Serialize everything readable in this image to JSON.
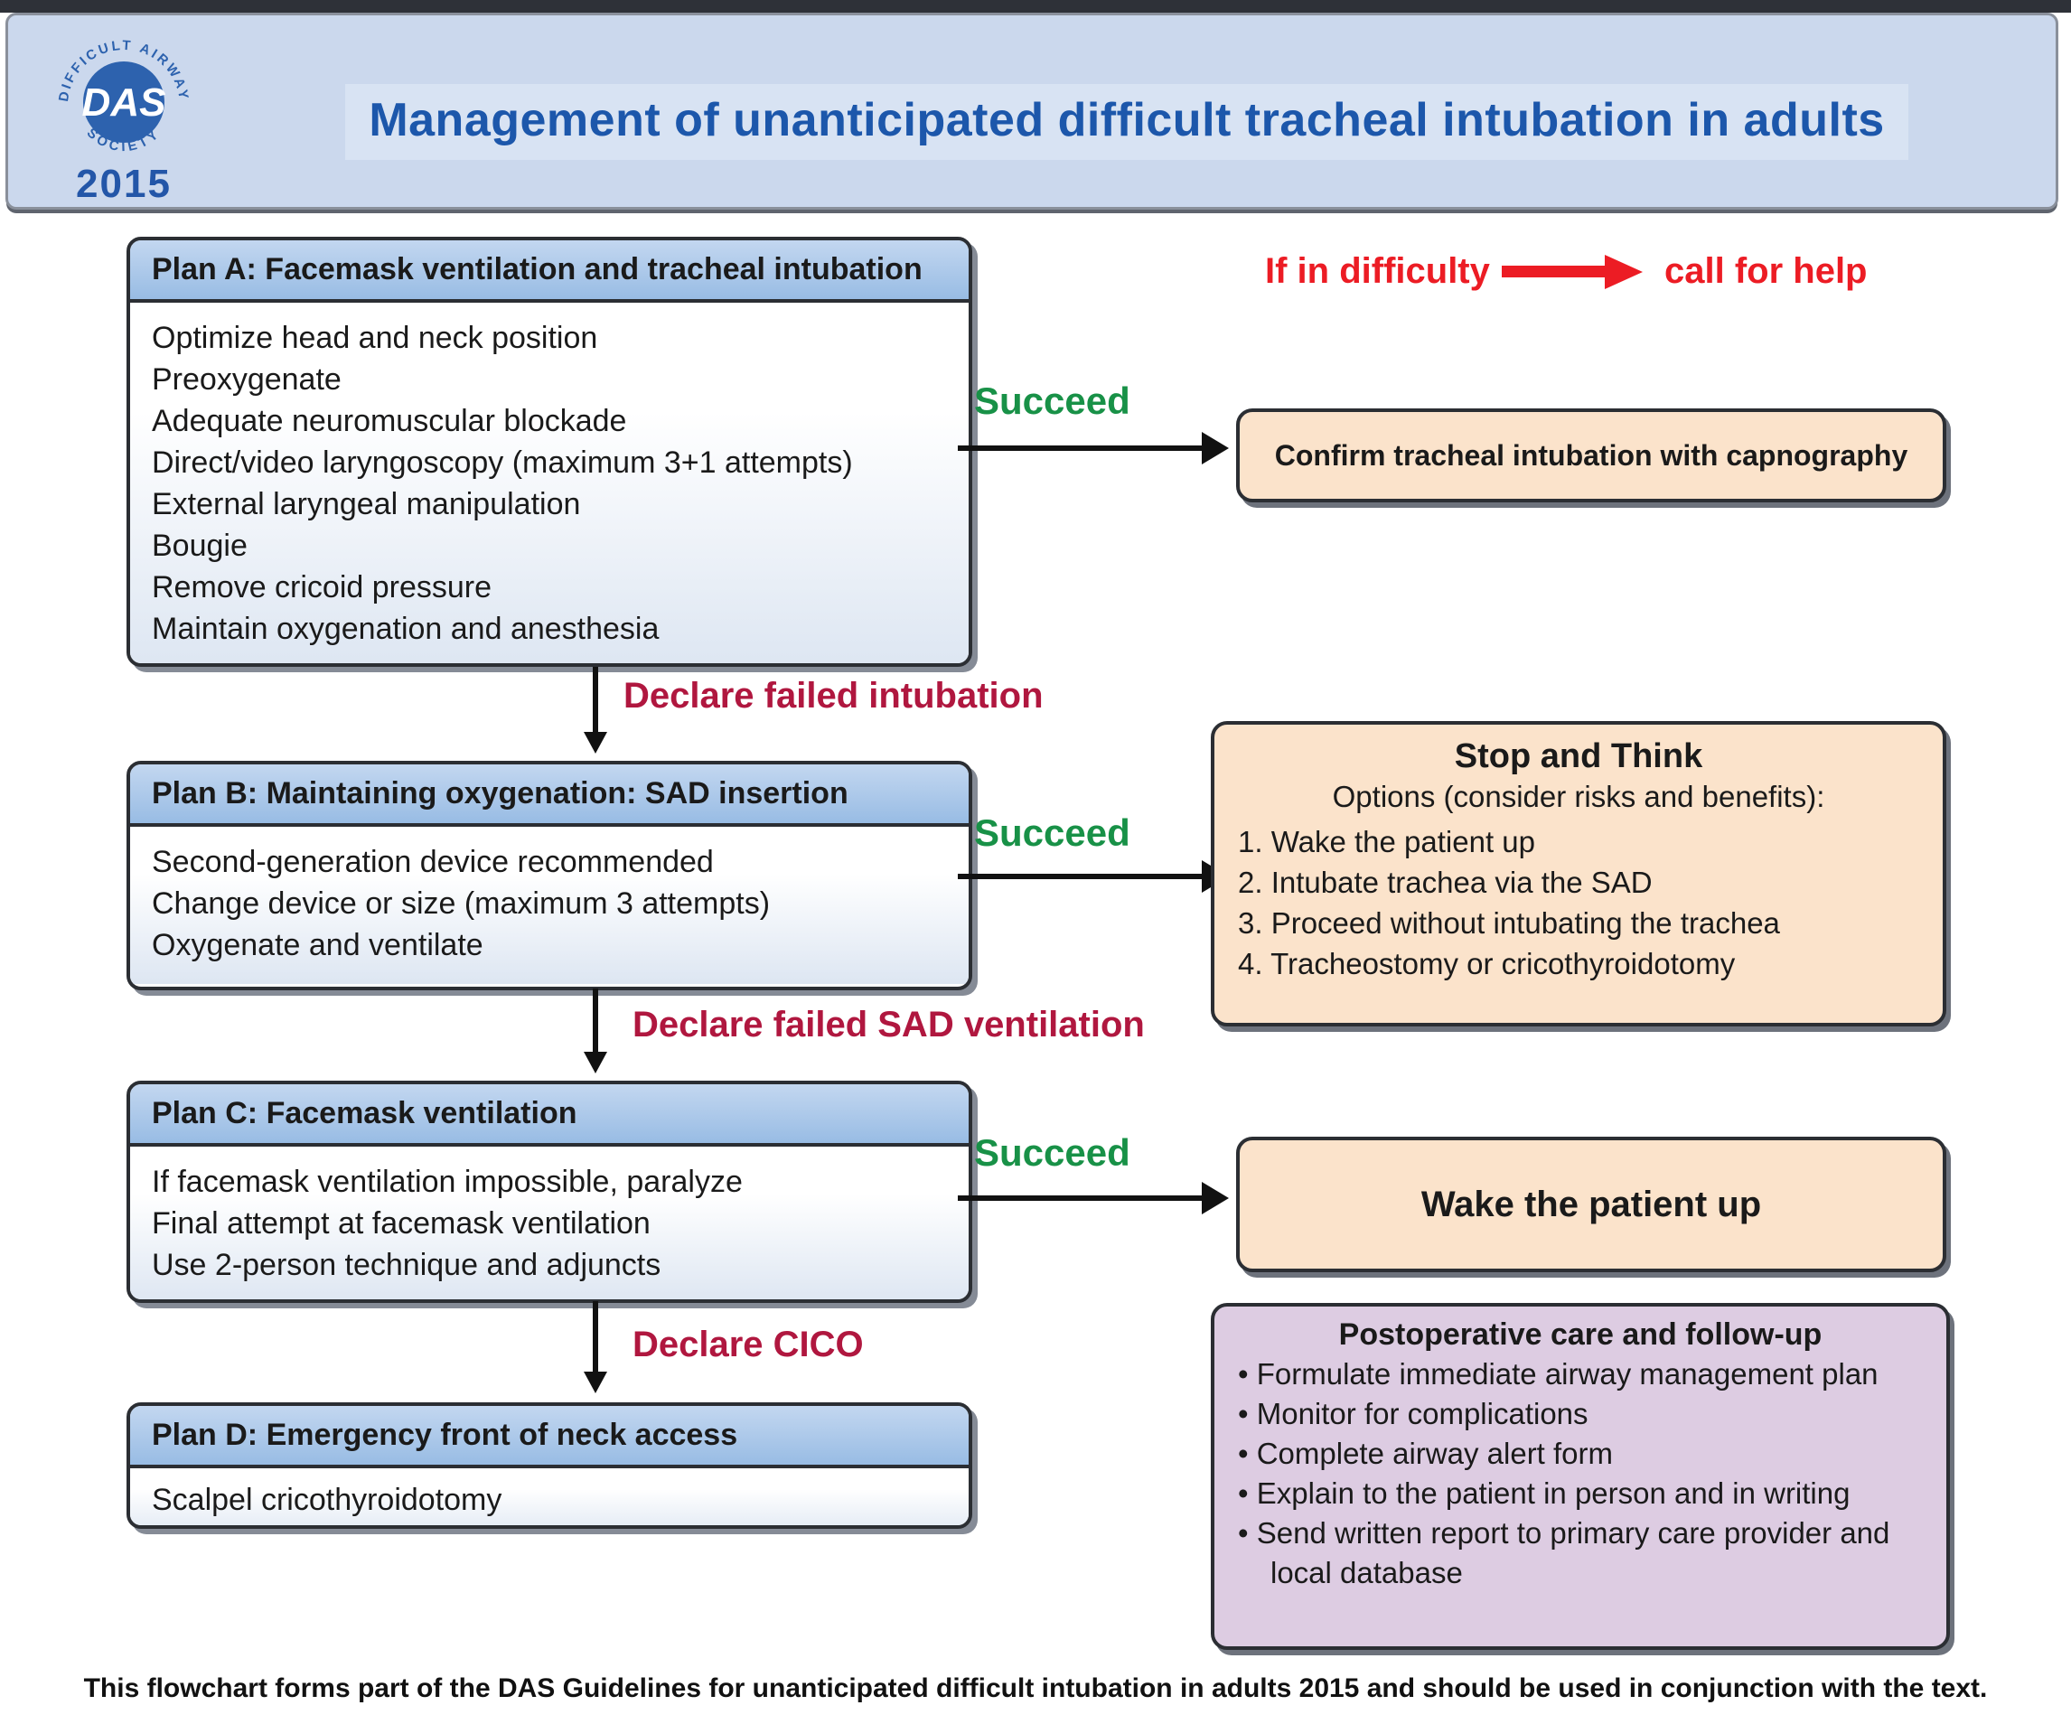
{
  "header": {
    "logo": {
      "acronym": "DAS",
      "top_text": "DIFFICULT AIRWAY",
      "bottom_text": "SOCIETY",
      "year": "2015"
    },
    "title": "Management of unanticipated difficult tracheal intubation in adults"
  },
  "annotations": {
    "difficulty_pre": "If in difficulty",
    "difficulty_post": "call for help",
    "succeed": "Succeed",
    "declare_a_b": "Declare failed intubation",
    "declare_b_c": "Declare failed SAD ventilation",
    "declare_c_d": "Declare CICO"
  },
  "plans": {
    "a": {
      "title": "Plan A: Facemask ventilation and tracheal intubation",
      "items": [
        "Optimize head and neck position",
        "Preoxygenate",
        "Adequate neuromuscular blockade",
        "Direct/video laryngoscopy (maximum 3+1 attempts)",
        "External laryngeal manipulation",
        "Bougie",
        "Remove cricoid pressure",
        "Maintain oxygenation and anesthesia"
      ]
    },
    "b": {
      "title": "Plan B: Maintaining oxygenation: SAD insertion",
      "items": [
        "Second-generation device recommended",
        "Change device or size (maximum 3 attempts)",
        "Oxygenate and ventilate"
      ]
    },
    "c": {
      "title": "Plan C: Facemask ventilation",
      "items": [
        "If facemask ventilation impossible, paralyze",
        "Final attempt at facemask ventilation",
        "Use 2-person technique and adjuncts"
      ]
    },
    "d": {
      "title": "Plan D: Emergency front of neck access",
      "items": [
        "Scalpel cricothyroidotomy"
      ]
    }
  },
  "outcomes": {
    "confirm": "Confirm tracheal intubation with capnography",
    "stop_think": {
      "title": "Stop and Think",
      "subtitle": "Options (consider risks and benefits):",
      "options": [
        "1. Wake the patient up",
        "2. Intubate trachea via the SAD",
        "3. Proceed without intubating the trachea",
        "4. Tracheostomy or cricothyroidotomy"
      ]
    },
    "wake": "Wake the patient up",
    "postop": {
      "title": "Postoperative care and follow-up",
      "bullets": [
        "• Formulate immediate airway management plan",
        "• Monitor for complications",
        "• Complete airway alert form",
        "• Explain to the patient in person and in writing",
        "• Send written report to primary care provider and local database"
      ]
    }
  },
  "footer": "This flowchart forms part of the DAS Guidelines for unanticipated difficult intubation in adults 2015 and should be used in conjunction with the text.",
  "colors": {
    "banner_bg": "#cbd8ed",
    "title_blue": "#1c57ab",
    "plan_header_blue": "#a6c6e9",
    "outcome_peach": "#fbe3cb",
    "postop_purple": "#ddcce2",
    "succeed_green": "#189147",
    "alert_red": "#ec1c24",
    "declare_crimson": "#b0173f"
  }
}
